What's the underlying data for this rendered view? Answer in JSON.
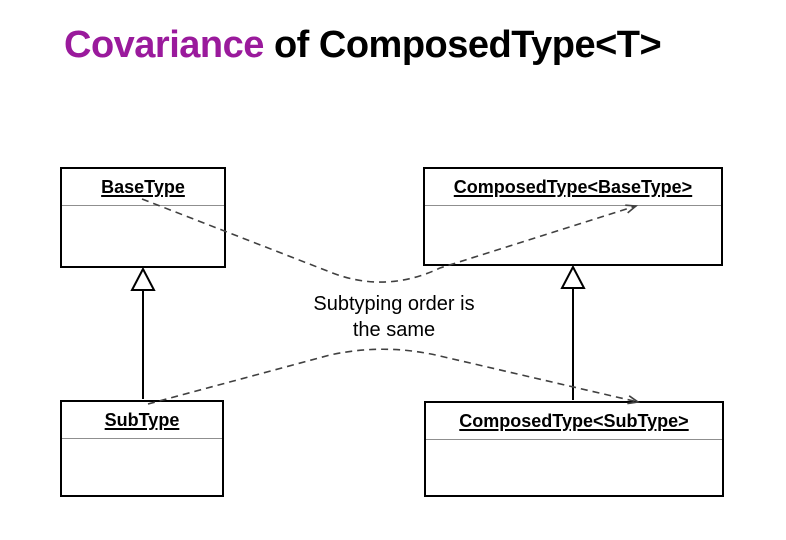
{
  "title": {
    "highlight": "Covariance",
    "rest": " of ComposedType<T>"
  },
  "colors": {
    "highlight": "#9a1a9c",
    "text": "#000000",
    "box_border": "#000000",
    "compartment_divider": "#8f8f8f",
    "dashed_arrow": "#404040",
    "background": "#ffffff"
  },
  "classes": {
    "base_type": {
      "name": "BaseType"
    },
    "composed_base": {
      "name": "ComposedType<BaseType>"
    },
    "sub_type": {
      "name": "SubType"
    },
    "composed_sub": {
      "name": "ComposedType<SubType>"
    }
  },
  "annotation": {
    "line1": "Subtyping order is",
    "line2": "the same"
  },
  "relations": [
    {
      "from": "SubType",
      "to": "BaseType",
      "type": "inheritance",
      "style": "solid-hollow-triangle"
    },
    {
      "from": "ComposedType<SubType>",
      "to": "ComposedType<BaseType>",
      "type": "inheritance",
      "style": "solid-hollow-triangle"
    },
    {
      "from": "BaseType",
      "to": "ComposedType<BaseType>",
      "type": "maps-to",
      "style": "dashed-open-arrow"
    },
    {
      "from": "SubType",
      "to": "ComposedType<SubType>",
      "type": "maps-to",
      "style": "dashed-open-arrow"
    }
  ]
}
